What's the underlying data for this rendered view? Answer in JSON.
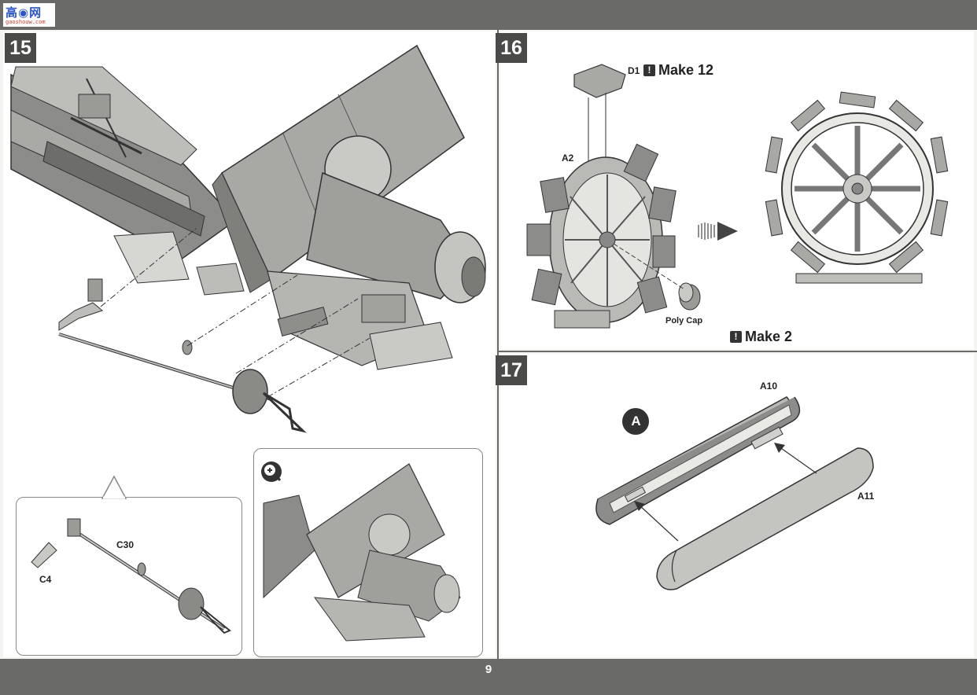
{
  "logo": {
    "text": "高◉网",
    "sub": "gaoshouw.com"
  },
  "steps": {
    "s15": {
      "number": "15",
      "labels": {
        "c30": "C30",
        "c4": "C4"
      }
    },
    "s16": {
      "number": "16",
      "labels": {
        "d1": "D1",
        "a2": "A2",
        "polycap": "Poly Cap"
      },
      "make12": "Make 12",
      "make2": "Make 2"
    },
    "s17": {
      "number": "17",
      "sub_step": "A",
      "labels": {
        "a10": "A10",
        "a11": "A11"
      }
    }
  },
  "page_number": "9"
}
